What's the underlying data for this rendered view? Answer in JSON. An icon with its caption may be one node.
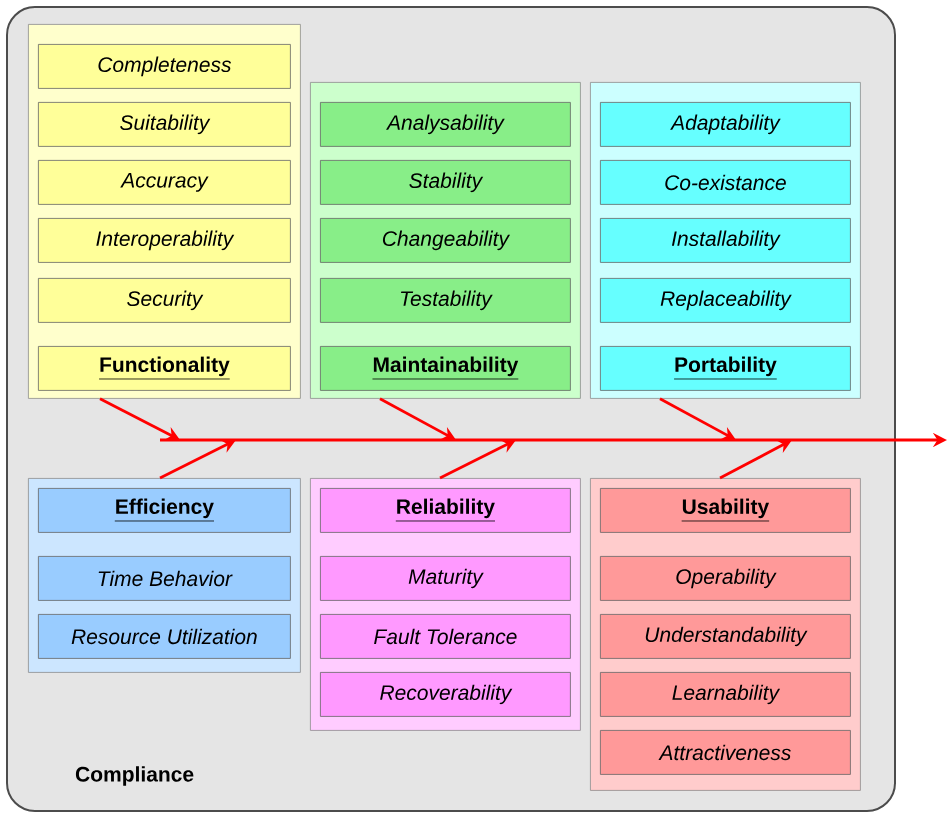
{
  "diagram": {
    "nodes": [
      {
        "text": [
          "Compliance"
        ]
      },
      {
        "text": [],
        "shape": "box",
        "in": 0
      },
      {
        "text": [
          "Completeness"
        ],
        "in": 1
      },
      {
        "text": [
          "Suitability"
        ],
        "in": 1
      },
      {
        "text": [
          "Accuracy"
        ],
        "in": 1
      },
      {
        "text": [
          "Interoperability"
        ],
        "in": 1
      },
      {
        "text": [
          "Security"
        ],
        "in": 1
      },
      {
        "text": [
          "Functionality"
        ],
        "in": 1
      },
      {
        "text": [],
        "shape": "box",
        "in": 0
      },
      {
        "text": [
          "Analysability"
        ],
        "in": 8
      },
      {
        "text": [
          "Stability"
        ],
        "in": 8
      },
      {
        "text": [
          "Changeability"
        ],
        "in": 8
      },
      {
        "text": [
          "Testability"
        ],
        "in": 8
      },
      {
        "text": [
          "Maintainability"
        ],
        "in": 8
      },
      {
        "text": [],
        "shape": "box",
        "in": 0
      },
      {
        "text": [
          "Adaptability"
        ],
        "in": 14
      },
      {
        "text": [
          "Co-existance"
        ],
        "in": 14
      },
      {
        "text": [
          "Installability"
        ],
        "in": 14
      },
      {
        "text": [
          "Replaceability"
        ],
        "in": 14
      },
      {
        "text": [
          "Portability"
        ],
        "in": 14
      },
      {
        "text": [],
        "shape": "box",
        "in": 0
      },
      {
        "text": [
          "Efficiency"
        ],
        "in": 20
      },
      {
        "text": [
          "Time Behavior"
        ],
        "in": 20
      },
      {
        "text": [
          "Resource Utilization"
        ],
        "in": 20
      },
      {
        "text": [],
        "shape": "box",
        "in": 0
      },
      {
        "text": [
          "Reliability"
        ],
        "in": 24
      },
      {
        "text": [
          "Maturity"
        ],
        "in": 24
      },
      {
        "text": [
          "Fault Tolerance"
        ],
        "in": 24
      },
      {
        "text": [
          "Recoverability"
        ],
        "in": 24
      },
      {
        "text": [],
        "shape": "box",
        "in": 0
      },
      {
        "text": [
          "Usability"
        ],
        "in": 29
      },
      {
        "text": [
          "Operability"
        ],
        "in": 29
      },
      {
        "text": [
          "Understandability"
        ],
        "in": 29
      },
      {
        "text": [
          "Learnability"
        ],
        "in": 29
      },
      {
        "text": [
          "Attractiveness"
        ],
        "in": 29
      }
    ],
    "edges": [
      {
        "from": 1,
        "to": null,
        "arrow": "to"
      },
      {
        "from": 8,
        "to": null,
        "arrow": "to"
      },
      {
        "from": 14,
        "to": null,
        "arrow": "to"
      },
      {
        "from": 20,
        "to": null,
        "arrow": "to"
      },
      {
        "from": 24,
        "to": null,
        "arrow": "to"
      },
      {
        "from": 29,
        "to": null,
        "arrow": "to"
      }
    ]
  }
}
